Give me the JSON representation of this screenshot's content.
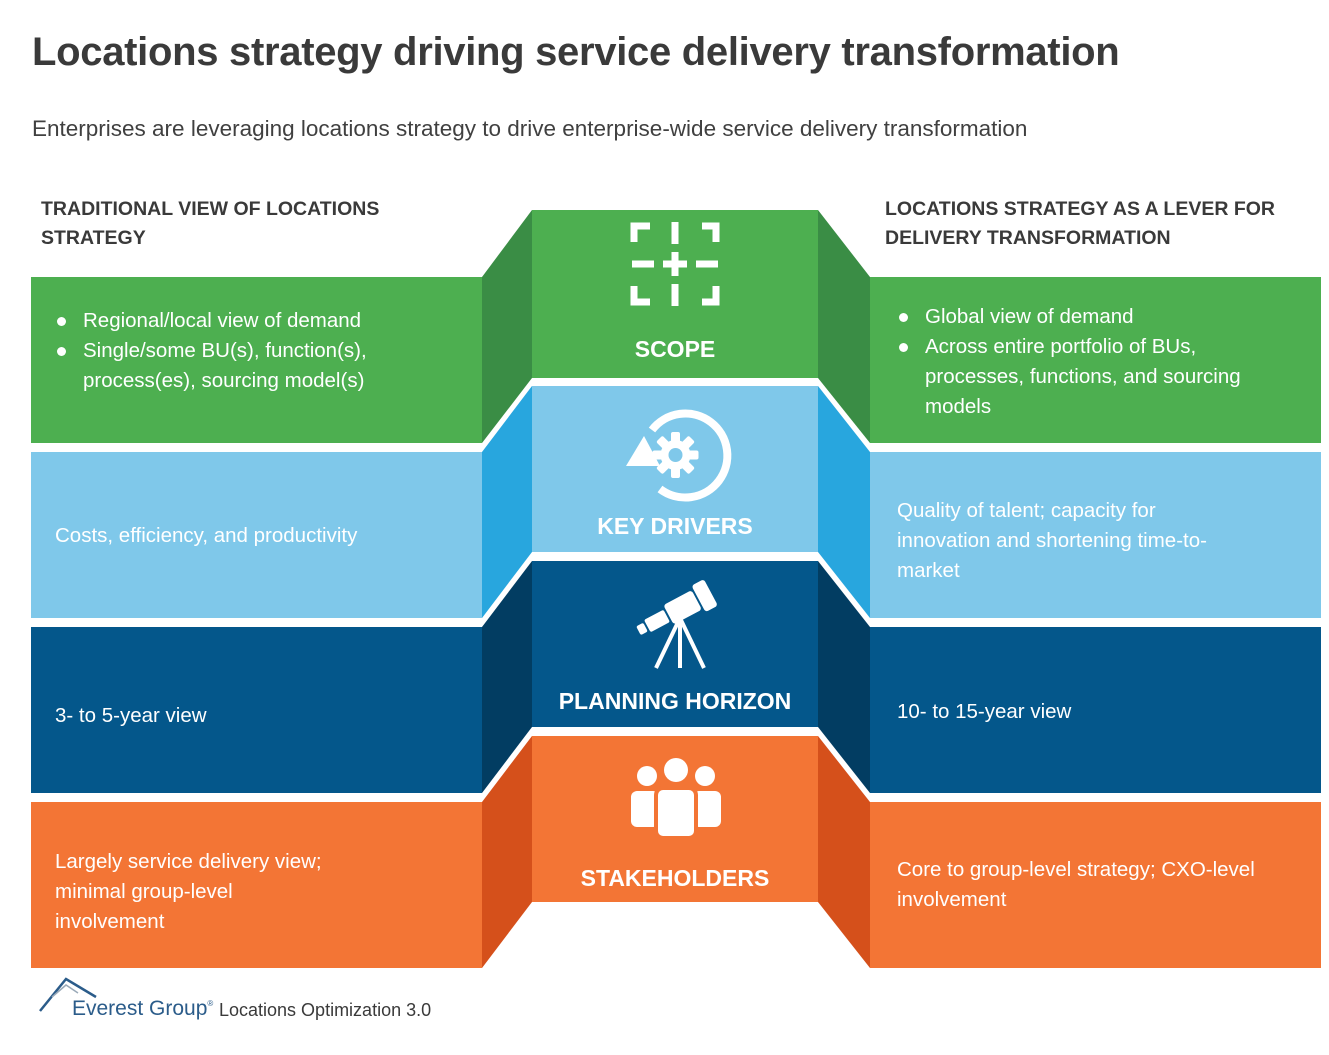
{
  "title": "Locations strategy driving service delivery transformation",
  "subtitle": "Enterprises are leveraging locations strategy to drive enterprise-wide service delivery transformation",
  "columns": {
    "left_heading": "TRADITIONAL VIEW OF LOCATIONS STRATEGY",
    "right_heading": "LOCATIONS STRATEGY AS A LEVER FOR DELIVERY TRANSFORMATION"
  },
  "rows": [
    {
      "label": "SCOPE",
      "icon": "scope-focus-icon",
      "color": "#4daf50",
      "color_dark": "#3a8d45",
      "left_items": [
        "Regional/local view of demand",
        "Single/some BU(s), function(s), process(es), sourcing model(s)"
      ],
      "right_items": [
        "Global view of demand",
        "Across entire portfolio of BUs, processes, functions, and sourcing models"
      ]
    },
    {
      "label": "KEY DRIVERS",
      "icon": "gear-cycle-icon",
      "color": "#7fc8ea",
      "color_dark": "#28a6de",
      "left_text": "Costs, efficiency, and productivity",
      "right_text": "Quality of talent; capacity for innovation and shortening time-to-market"
    },
    {
      "label": "PLANNING HORIZON",
      "icon": "telescope-icon",
      "color": "#04578b",
      "color_dark": "#023d62",
      "left_text": "3- to 5-year view",
      "right_text": "10- to 15-year view"
    },
    {
      "label": "STAKEHOLDERS",
      "icon": "group-people-icon",
      "color": "#f37535",
      "color_dark": "#d5501b",
      "left_text": "Largely service delivery view; minimal group-level involvement",
      "right_text": "Core to group-level strategy; CXO-level involvement"
    }
  ],
  "footer": {
    "brand": "Everest Group",
    "brand_mark": "®",
    "product": "Locations Optimization 3.0"
  }
}
